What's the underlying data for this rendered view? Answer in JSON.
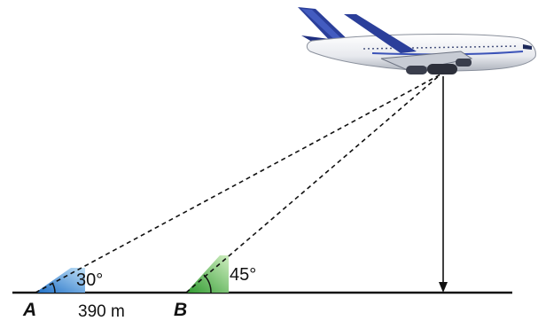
{
  "diagram": {
    "points": {
      "a": "A",
      "b": "B"
    },
    "angles": {
      "at_a": "30°",
      "at_b": "45°"
    },
    "distance_ab": "390 m"
  },
  "colors": {
    "angle_a_fill": "#2f7fd0",
    "angle_b_fill": "#3aa83a",
    "fuselage": "#eef0f3",
    "tail": "#2b3f9a",
    "ground": "#111111"
  },
  "icons": {
    "aircraft": "airplane-icon"
  }
}
